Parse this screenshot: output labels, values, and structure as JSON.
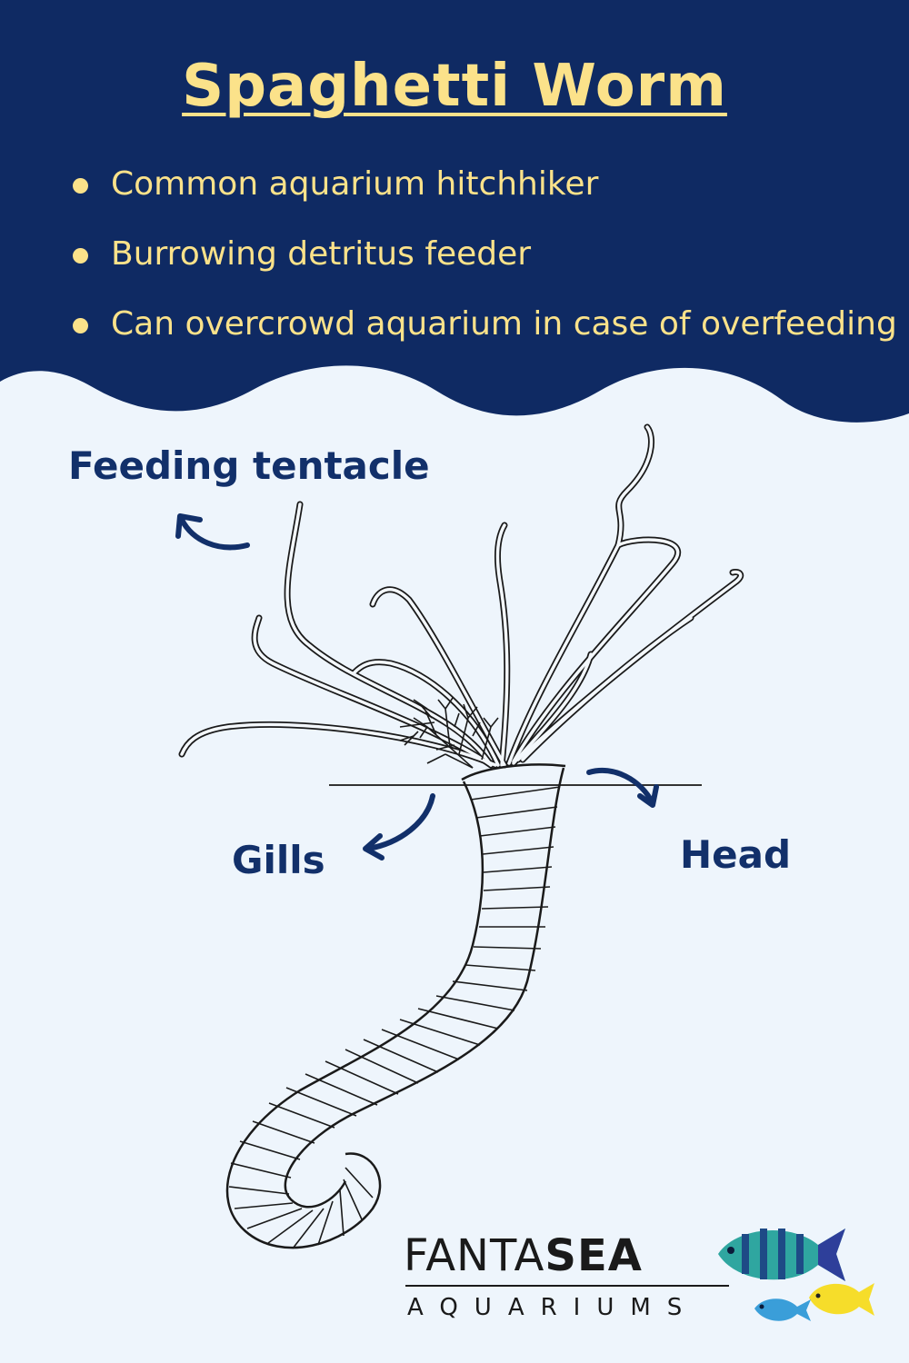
{
  "header": {
    "title": "Spaghetti Worm",
    "bullets": [
      "Common aquarium hitchhiker",
      "Burrowing detritus feeder",
      "Can overcrowd aquarium in case of overfeeding"
    ]
  },
  "diagram": {
    "labels": {
      "feeding_tentacle": "Feeding tentacle",
      "gills": "Gills",
      "head": "Head"
    }
  },
  "logo": {
    "brand_light": "FANTA",
    "brand_bold": "SEA",
    "sub": "AQUARIUMS",
    "fish_icons": [
      "teal-fish-icon",
      "yellow-fish-icon",
      "blue-fish-icon"
    ]
  },
  "colors": {
    "navy": "#0f2a63",
    "accent_yellow": "#fbe28a",
    "background": "#eef5fc",
    "label_blue": "#12306a"
  }
}
